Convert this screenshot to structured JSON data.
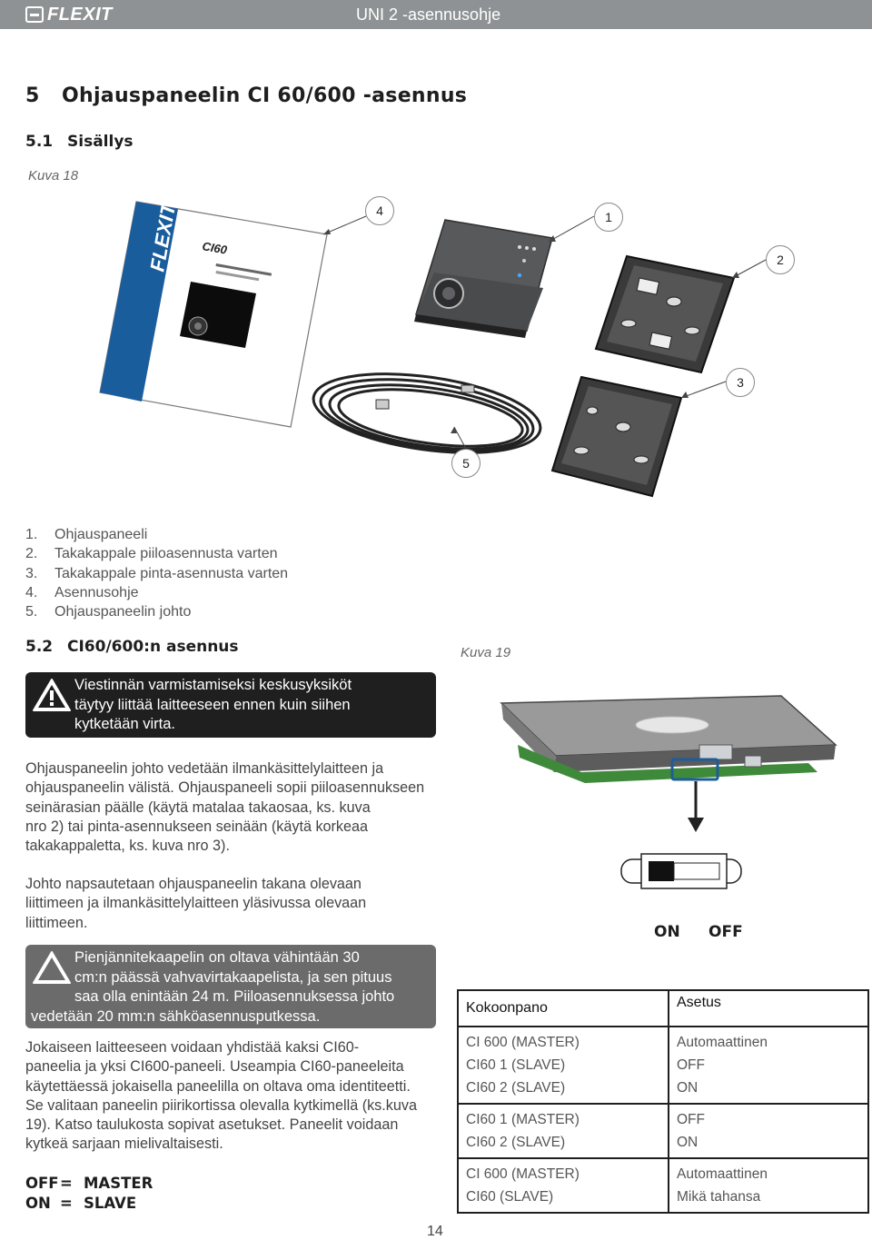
{
  "header": {
    "brand": "FLEXIT",
    "doc_title": "UNI 2 -asennusohje"
  },
  "section": {
    "number": "5",
    "title": "Ohjauspaneelin CI 60/600 -asennus"
  },
  "sub1": {
    "number": "5.1",
    "title": "Sisällys",
    "caption": "Kuva 18"
  },
  "figure18": {
    "booklet_brand": "FLEXIT",
    "booklet_model": "CI60",
    "callouts": [
      "4",
      "1",
      "2",
      "3",
      "5"
    ]
  },
  "contents": [
    {
      "n": "1.",
      "text": "Ohjauspaneeli"
    },
    {
      "n": "2.",
      "text": "Takakappale piiloasennusta varten"
    },
    {
      "n": "3.",
      "text": "Takakappale pinta-asennusta varten"
    },
    {
      "n": "4.",
      "text": "Asennusohje"
    },
    {
      "n": "5.",
      "text": "Ohjauspaneelin johto"
    }
  ],
  "sub2": {
    "number": "5.2",
    "title": "CI60/600:n asennus",
    "caption": "Kuva 19"
  },
  "warning1": [
    "Viestinnän varmistamiseksi keskusyksiköt",
    "täytyy liittää laitteeseen ennen kuin siihen",
    "kytketään virta."
  ],
  "para1": [
    "Ohjauspaneelin johto vedetään ilmankäsittelylaitteen ja",
    "ohjauspaneelin välistä. Ohjauspaneeli sopii piiloasennukseen",
    "seinärasian päälle (käytä matalaa takaosaa, ks. kuva",
    "nro 2) tai pinta-asennukseen seinään (käytä korkeaa",
    "takakappaletta, ks. kuva nro 3)."
  ],
  "para2": [
    "Johto napsautetaan ohjauspaneelin takana olevaan",
    "liittimeen ja ilmankäsittelylaitteen yläsivussa olevaan",
    "liittimeen."
  ],
  "warning2": [
    "Pienjännitekaapelin on oltava vähintään 30",
    "cm:n päässä vahvavirtakaapelista, ja sen pituus",
    "saa olla enintään 24 m. Piiloasennuksessa johto",
    "vedetään 20 mm:n sähköasennusputkessa."
  ],
  "para3": [
    "Jokaiseen laitteeseen voidaan yhdistää kaksi CI60-",
    "paneelia ja yksi CI600-paneeli. Useampia CI60-paneeleita",
    "käytettäessä jokaisella paneelilla on oltava oma identiteetti.",
    "Se valitaan paneelin piirikortissa olevalla kytkimellä (ks.kuva",
    "19). Katso taulukosta sopivat asetukset. Paneelit voidaan",
    "kytkeä sarjaan mielivaltaisesti."
  ],
  "legend": [
    {
      "a": "OFF",
      "eq": "=",
      "b": "MASTER"
    },
    {
      "a": "ON",
      "eq": "=",
      "b": "SLAVE"
    }
  ],
  "switch_labels": {
    "on": "ON",
    "off": "OFF"
  },
  "table": {
    "headers": [
      "Kokoonpano",
      "Asetus"
    ],
    "groups": [
      {
        "config": [
          "CI 600 (MASTER)",
          "CI60 1 (SLAVE)",
          "CI60 2 (SLAVE)"
        ],
        "setting": [
          "Automaattinen",
          "OFF",
          "ON"
        ]
      },
      {
        "config": [
          "CI60 1 (MASTER)",
          "CI60 2 (SLAVE)"
        ],
        "setting": [
          "OFF",
          "ON"
        ]
      },
      {
        "config": [
          "CI 600 (MASTER)",
          "CI60 (SLAVE)"
        ],
        "setting": [
          "Automaattinen",
          "Mikä tahansa"
        ]
      }
    ]
  },
  "page_number": "14",
  "colors": {
    "header_bar": "#8f9294",
    "warning_dark": "#1f1f1f",
    "warning_grey": "#6b6b6b",
    "switch_arrow": "#1d5d99",
    "pcb_green": "#3f8a3a"
  }
}
